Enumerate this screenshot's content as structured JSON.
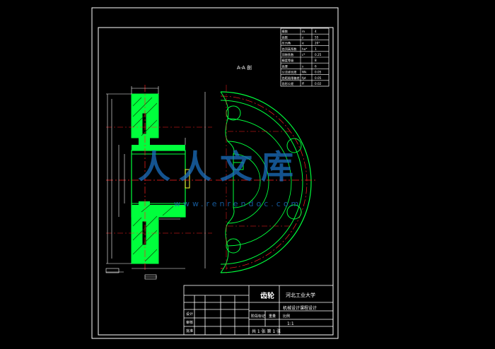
{
  "drawing": {
    "colors": {
      "background": "#000000",
      "frame": "#ffffff",
      "part": "#00ff3c",
      "hatch": "#1a7a1a",
      "centerline": "#ff2020",
      "dimension": "#ffffff",
      "watermark": "#1b6fbf"
    },
    "labels": {
      "view_note": "A-A 剖",
      "gear_title": "齿轮",
      "university": "河北工业大学",
      "project": "机械设计课程设计",
      "scale": "1:1",
      "sheet": "共 1 张  第 1 张",
      "row_design": "设计",
      "row_check": "审核",
      "row_approve": "批准",
      "col_stage": "阶段标记",
      "col_weight": "重量",
      "col_scale": "比例",
      "watermark_text": "人人文库",
      "watermark_url": "www.renrendoc.com"
    },
    "params": [
      {
        "name": "模数",
        "sym": "m",
        "val": "4"
      },
      {
        "name": "齿数",
        "sym": "z",
        "val": "55"
      },
      {
        "name": "压力角",
        "sym": "α",
        "val": "20°"
      },
      {
        "name": "齿顶高系数",
        "sym": "ha*",
        "val": "1"
      },
      {
        "name": "顶隙系数",
        "sym": "c*",
        "val": "0.25"
      },
      {
        "name": "精度等级",
        "sym": "",
        "val": "8"
      },
      {
        "name": "齿厚",
        "sym": "s",
        "val": "6"
      },
      {
        "name": "公法线长度",
        "sym": "Wk",
        "val": "0.05"
      },
      {
        "name": "齿距极限偏差",
        "sym": "fpt",
        "val": "0.05"
      },
      {
        "name": "齿形公差",
        "sym": "ff",
        "val": "0.02"
      }
    ]
  }
}
